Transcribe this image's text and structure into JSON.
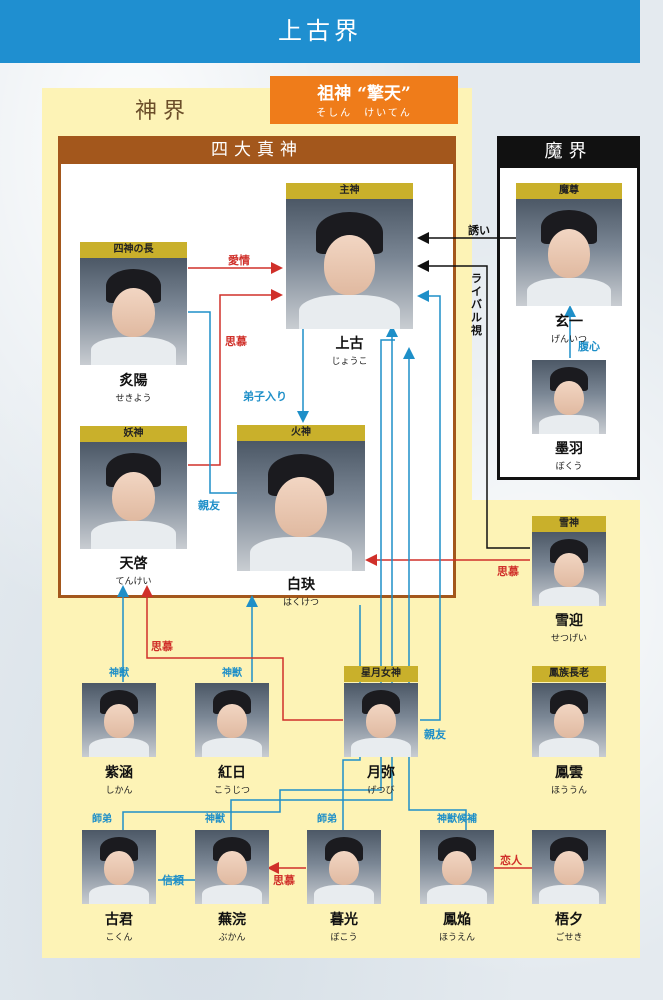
{
  "header": {
    "title": "上古界"
  },
  "realms": {
    "shinkai": "神界",
    "makai": "魔界",
    "four_gods": "四大真神"
  },
  "founder": {
    "name": "祖神 “擎天”",
    "reading": "そしん　けいてん"
  },
  "characters": {
    "joko": {
      "role": "主神",
      "name": "上古",
      "reading": "じょうこ"
    },
    "sekiyo": {
      "role": "四神の長",
      "name": "炙陽",
      "reading": "せきよう"
    },
    "tenkei": {
      "role": "妖神",
      "name": "天啓",
      "reading": "てんけい"
    },
    "hakuketsu": {
      "role": "火神",
      "name": "白玦",
      "reading": "はくけつ"
    },
    "genitsu": {
      "role": "魔尊",
      "name": "玄一",
      "reading": "げんいつ"
    },
    "bokuu": {
      "name": "墨羽",
      "reading": "ぼくう"
    },
    "setsugei": {
      "role": "雪神",
      "name": "雪迎",
      "reading": "せつげい"
    },
    "shikan": {
      "role": "神獣",
      "name": "紫涵",
      "reading": "しかん"
    },
    "kojitsu": {
      "role": "神獣",
      "name": "紅日",
      "reading": "こうじつ"
    },
    "getsubi": {
      "role": "星月女神",
      "name": "月弥",
      "reading": "げつび"
    },
    "houun": {
      "role": "鳳族長老",
      "name": "鳳雲",
      "reading": "ほううん"
    },
    "kokun": {
      "role": "師弟",
      "name": "古君",
      "reading": "こくん"
    },
    "bukan": {
      "role": "神獣",
      "name": "蕪浣",
      "reading": "ぶかん"
    },
    "boko": {
      "role": "師弟",
      "name": "暮光",
      "reading": "ぼこう"
    },
    "houen": {
      "role": "神獣候補",
      "name": "鳳焔",
      "reading": "ほうえん"
    },
    "goseki": {
      "name": "梧夕",
      "reading": "ごせき"
    }
  },
  "relations": {
    "aijo": "愛情",
    "shibo1": "思慕",
    "deshiiri": "弟子入り",
    "shinyu1": "親友",
    "sasoi": "誘い",
    "rival": "ライバル視",
    "fukushin": "腹心",
    "shibo2": "思慕",
    "shibo3": "思慕",
    "shinyu2": "親友",
    "shinrai": "信頼",
    "shibo4": "思慕",
    "koibito": "恋人"
  },
  "colors": {
    "header": "#1f8fd0",
    "realm_bg": "#fdf3b6",
    "four_gods_border": "#a3571c",
    "founder": "#ef7c1a",
    "role_tag": "#c9b02b",
    "red_line": "#d0302a",
    "blue_line": "#1e8fc8"
  }
}
